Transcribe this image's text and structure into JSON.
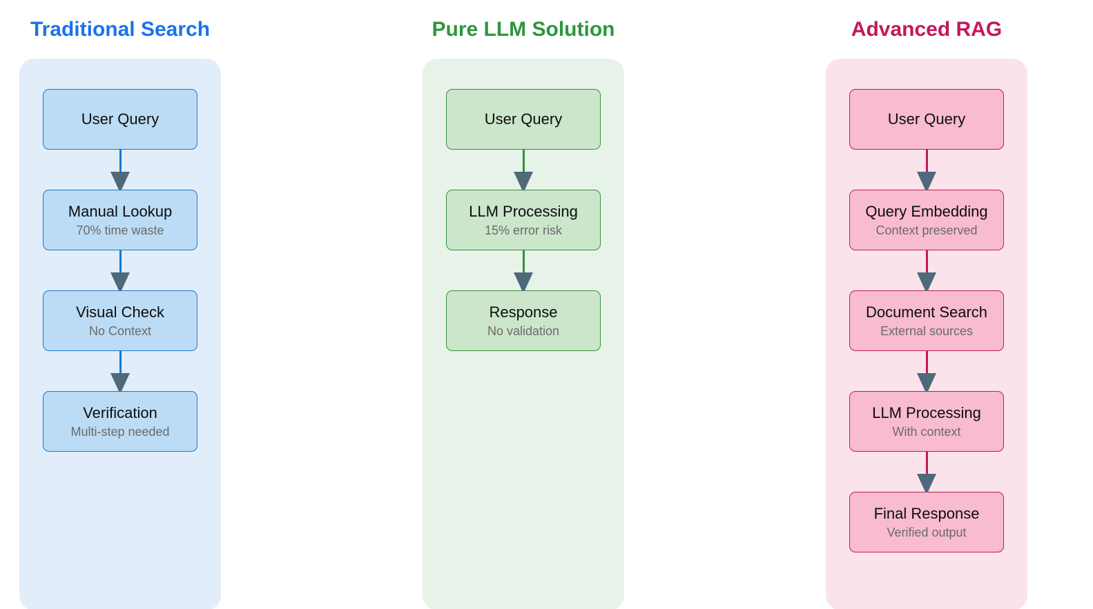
{
  "page": {
    "background": "#ffffff",
    "arrowhead_color": "#4e6a7a"
  },
  "columns": [
    {
      "id": "traditional-search",
      "title": "Traditional Search",
      "colors": {
        "title": "#1a73e8",
        "panel": "#e1eefa",
        "node_fill": "#bcdcf5",
        "node_border": "#1976d2",
        "line": "#1976d2"
      },
      "nodes": [
        {
          "label": "User Query"
        },
        {
          "label": "Manual Lookup",
          "sublabel": "70% time waste"
        },
        {
          "label": "Visual Check",
          "sublabel": "No Context"
        },
        {
          "label": "Verification",
          "sublabel": "Multi-step needed"
        }
      ]
    },
    {
      "id": "pure-llm-solution",
      "title": "Pure LLM Solution",
      "colors": {
        "title": "#2d963e",
        "panel": "#e7f3e8",
        "node_fill": "#cbe6cb",
        "node_border": "#388e3c",
        "line": "#388e3c"
      },
      "nodes": [
        {
          "label": "User Query"
        },
        {
          "label": "LLM Processing",
          "sublabel": "15% error risk"
        },
        {
          "label": "Response",
          "sublabel": "No validation"
        }
      ]
    },
    {
      "id": "advanced-rag",
      "title": "Advanced RAG",
      "colors": {
        "title": "#c2185b",
        "panel": "#fbe3ec",
        "node_fill": "#f8bbd0",
        "node_border": "#c2185b",
        "line": "#c2185b"
      },
      "nodes": [
        {
          "label": "User Query"
        },
        {
          "label": "Query Embedding",
          "sublabel": "Context preserved"
        },
        {
          "label": "Document Search",
          "sublabel": "External sources"
        },
        {
          "label": "LLM Processing",
          "sublabel": "With context"
        },
        {
          "label": "Final Response",
          "sublabel": "Verified output"
        }
      ]
    }
  ]
}
